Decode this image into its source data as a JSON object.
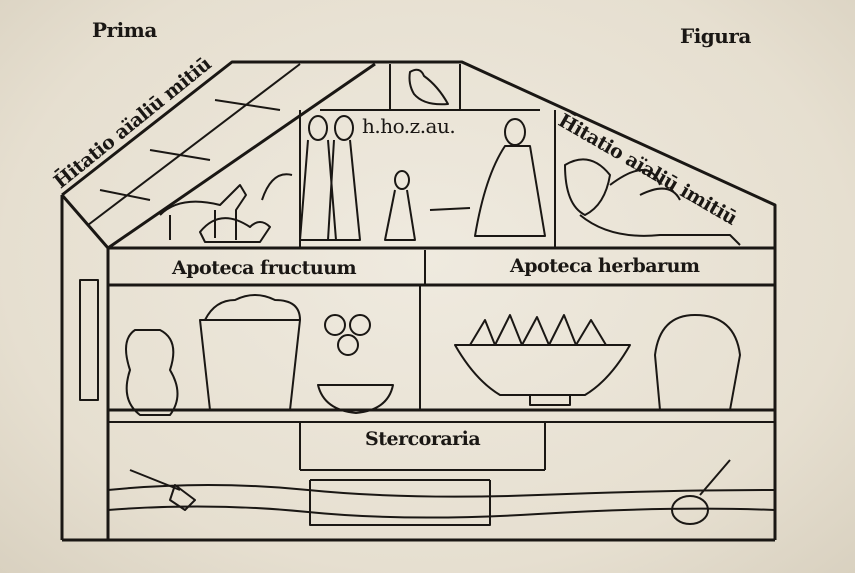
{
  "woodcut": {
    "corner_left": "Prima",
    "corner_right": "Figura",
    "roof_left": "H̄itatio aïaliū mitiū",
    "roof_right": "H̄itatio aïaliū imitiū",
    "center_room": "h.ho.z.au.",
    "store_left": "Apoteca fructuum",
    "store_right": "Apoteca herbarum",
    "bottom": "Stercoraria"
  },
  "colors": {
    "paper": "#e9e3d6",
    "ink": "#1a1714"
  }
}
